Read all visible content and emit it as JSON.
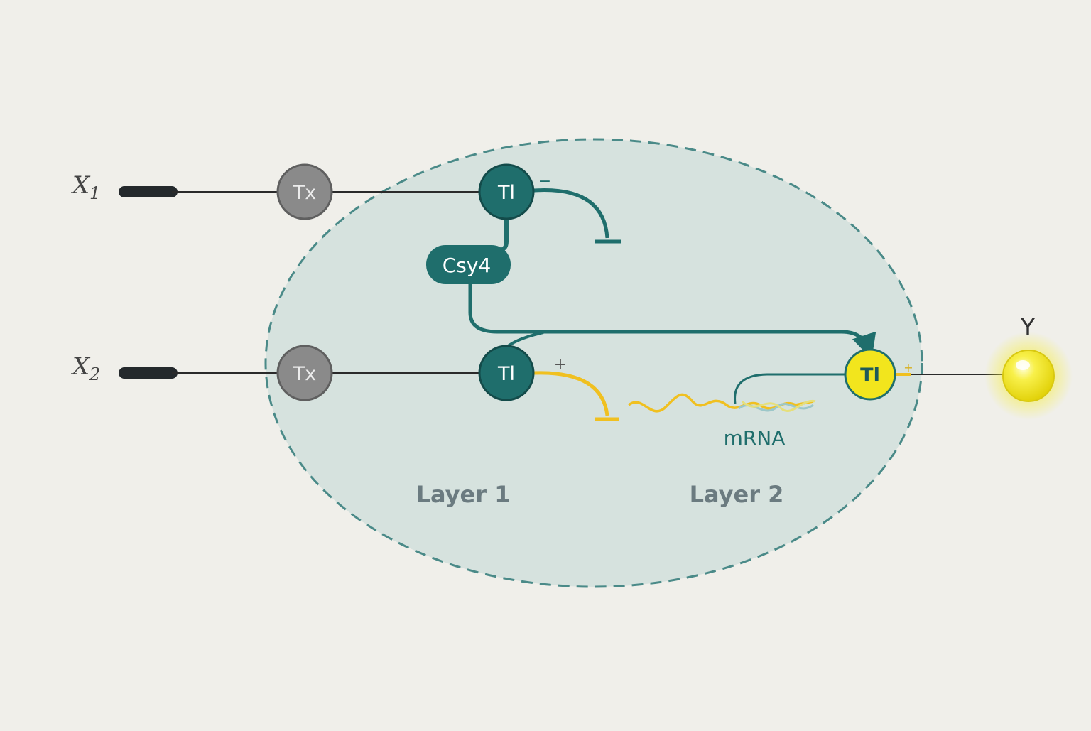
{
  "inputs": {
    "x1": {
      "symbol": "X",
      "subscript": "1"
    },
    "x2": {
      "symbol": "X",
      "subscript": "2"
    }
  },
  "nodes": {
    "tx1": "Tx",
    "tx2": "Tx",
    "tl1": "Tl",
    "tl2": "Tl",
    "tl_out": "Tl",
    "csy4": "Csy4"
  },
  "signs": {
    "tl1_sign": "−",
    "tl2_sign": "+",
    "tl_out_sign": "+"
  },
  "labels": {
    "mrna": "mRNA",
    "layer1": "Layer 1",
    "layer2": "Layer 2",
    "output": "Y"
  },
  "colors": {
    "teal": "#1f6e6c",
    "gray_node": "#8a8a8a",
    "yellow": "#f2e51d",
    "orange_yellow": "#f0c020",
    "cell_fill": "#d6e2de",
    "cell_border": "#4a8a88"
  }
}
